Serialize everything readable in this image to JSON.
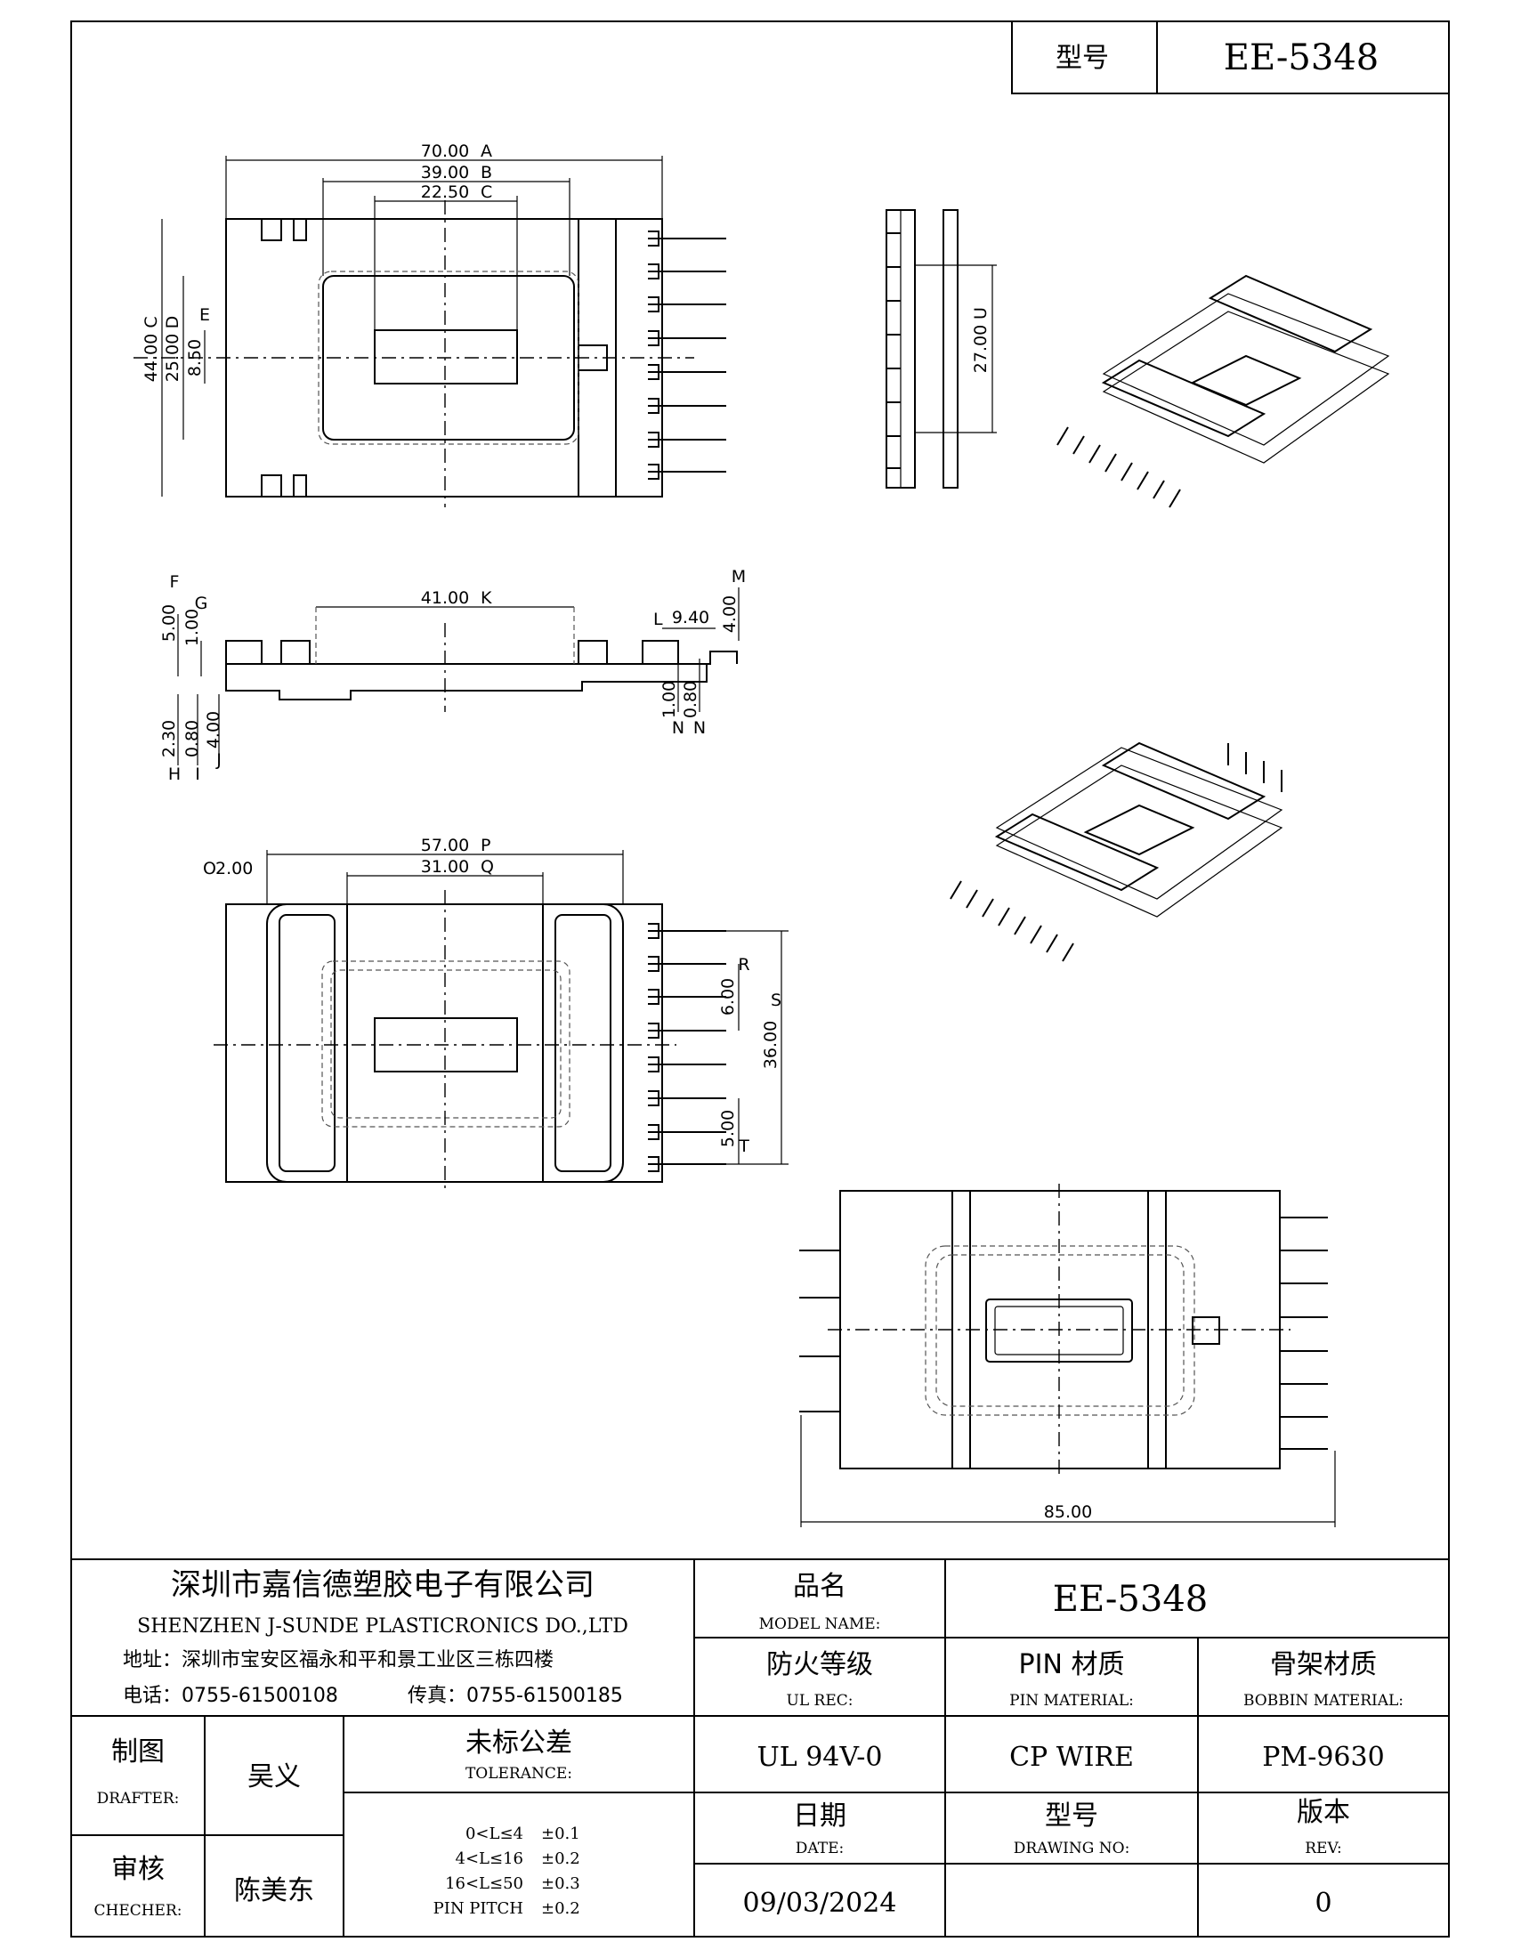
{
  "header": {
    "type_label": "型号",
    "type_value": "EE-5348"
  },
  "dims": {
    "top": {
      "a": "70.00",
      "a_tag": "A",
      "b": "39.00",
      "b_tag": "B",
      "c": "22.50",
      "c_tag": "C",
      "h_c": "44.00",
      "h_c_tag": "C",
      "h_d": "25.00",
      "h_d_tag": "D",
      "h_e": "8.50",
      "h_e_tag": "E"
    },
    "side": {
      "u": "27.00",
      "u_tag": "U"
    },
    "front": {
      "f": "5.00",
      "f_tag": "F",
      "g": "1.00",
      "g_tag": "G",
      "k": "41.00",
      "k_tag": "K",
      "l_tag": "L",
      "l": "9.40",
      "m": "4.00",
      "m_tag": "M",
      "h": "2.30",
      "h_tag": "H",
      "i": "0.80",
      "i_tag": "I",
      "j": "4.00",
      "j_tag": "J",
      "n1": "1.00",
      "n1_tag": "N",
      "n2": "0.80",
      "n2_tag": "N"
    },
    "bottom": {
      "o": "2.00",
      "o_tag": "O",
      "p": "57.00",
      "p_tag": "P",
      "q": "31.00",
      "q_tag": "Q",
      "r": "6.00",
      "r_tag": "R",
      "s": "36.00",
      "s_tag": "S",
      "t": "5.00",
      "t_tag": "T"
    },
    "overall": {
      "width": "85.00"
    }
  },
  "title_block": {
    "company_cn": "深圳市嘉信德塑胶电子有限公司",
    "company_en": "SHENZHEN J-SUNDE PLASTICRONICS DO.,LTD",
    "address": "地址：深圳市宝安区福永和平和景工业区三栋四楼",
    "phone": "电话：0755-61500108",
    "fax": "传真：0755-61500185",
    "model_label_cn": "品名",
    "model_label_en": "MODEL NAME:",
    "model_value": "EE-5348",
    "ul_label_cn": "防火等级",
    "ul_label_en": "UL REC:",
    "pin_label_cn": "PIN 材质",
    "pin_label_en": "PIN MATERIAL:",
    "bobbin_label_cn": "骨架材质",
    "bobbin_label_en": "BOBBIN MATERIAL:",
    "drafter_label_cn": "制图",
    "drafter_label_en": "DRAFTER:",
    "drafter_name": "吴义",
    "checker_label_cn": "审核",
    "checker_label_en": "CHECHER:",
    "checker_name": "陈美东",
    "tolerance_label_cn": "未标公差",
    "tolerance_label_en": "TOLERANCE:",
    "tolerances": [
      {
        "range": "0<L≤4",
        "value": "±0.1"
      },
      {
        "range": "4<L≤16",
        "value": "±0.2"
      },
      {
        "range": "16<L≤50",
        "value": "±0.3"
      },
      {
        "range": "PIN PITCH",
        "value": "±0.2"
      }
    ],
    "ul_value": "UL 94V-0",
    "pin_value": "CP WIRE",
    "bobbin_value": "PM-9630",
    "date_label_cn": "日期",
    "date_label_en": "DATE:",
    "drawing_label_cn": "型号",
    "drawing_label_en": "DRAWING NO:",
    "rev_label_cn": "版本",
    "rev_label_en": "REV:",
    "date_value": "09/03/2024",
    "drawing_value": "",
    "rev_value": "0"
  }
}
